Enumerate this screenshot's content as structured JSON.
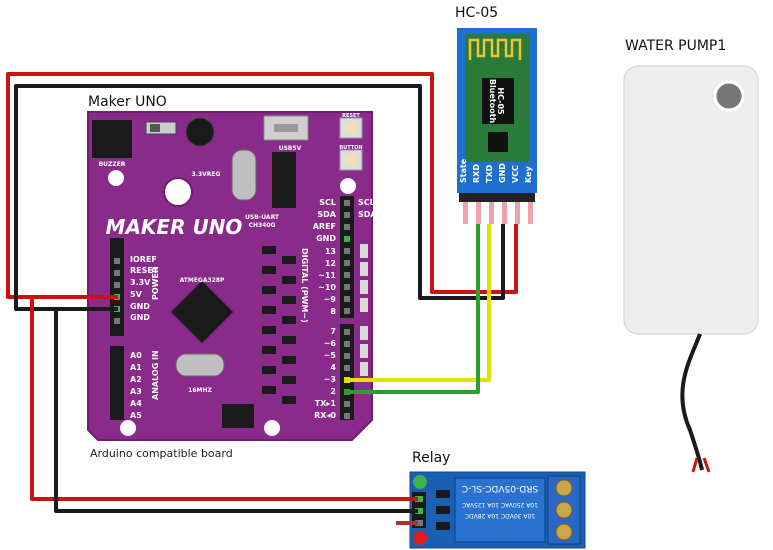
{
  "labels": {
    "hc05_title": "HC-05",
    "pump_title": "WATER PUMP1",
    "maker_uno_title": "Maker UNO",
    "board_caption": "Arduino compatible board",
    "relay_title": "Relay"
  },
  "board": {
    "logo": "MAKER UNO",
    "buzzer": "BUZZER",
    "reg": "3.3VREG",
    "usb5v": "USB5V",
    "reset": "RESET",
    "button": "BUTTON",
    "usb_uart": "USB-UART",
    "usb_uart_chip": "CH340G",
    "mcu": "ATMEGA328P",
    "crystal": "16MHZ",
    "power_label": "POWER",
    "analog_label": "ANALOG IN",
    "digital_label": "DIGITAL (PWM~)",
    "power_pins": [
      "IOREF",
      "RESET",
      "3.3V",
      "5V",
      "GND",
      "GND"
    ],
    "analog_pins": [
      "A0",
      "A1",
      "A2",
      "A3",
      "A4",
      "A5"
    ],
    "top_right_pins": [
      "SCL",
      "SDA",
      "AREF",
      "GND",
      "13",
      "12",
      "~11",
      "~10",
      "~9",
      "8"
    ],
    "bottom_right_pins": [
      "7",
      "~6",
      "~5",
      "4",
      "~3",
      "2",
      "TX▸1",
      "RX◂0"
    ],
    "right_edge_pins": [
      "SCL",
      "SDA"
    ]
  },
  "hc05": {
    "module_text": "HC-05",
    "sub_text": "Bluetooth",
    "pins": [
      "State",
      "RXD",
      "TXD",
      "GND",
      "VCC",
      "Key"
    ]
  },
  "relay": {
    "model": "SRD-05VDC-SL-C",
    "rating1": "10A 250VAC  10A 125VAC",
    "rating2": "10A 30VDC  10A 28VDC"
  },
  "colors": {
    "pcb": "#8a2a8a",
    "pcb_dark": "#6d1f6d",
    "wire_red": "#cc1111",
    "wire_black": "#1a1a1a",
    "wire_yellow": "#e8e000",
    "wire_green": "#2ca02c",
    "hc05_blue": "#1f6fd1",
    "hc05_green": "#2a7a3a",
    "relay_blue": "#1a5fb4",
    "pump_grey": "#eeeeee"
  }
}
